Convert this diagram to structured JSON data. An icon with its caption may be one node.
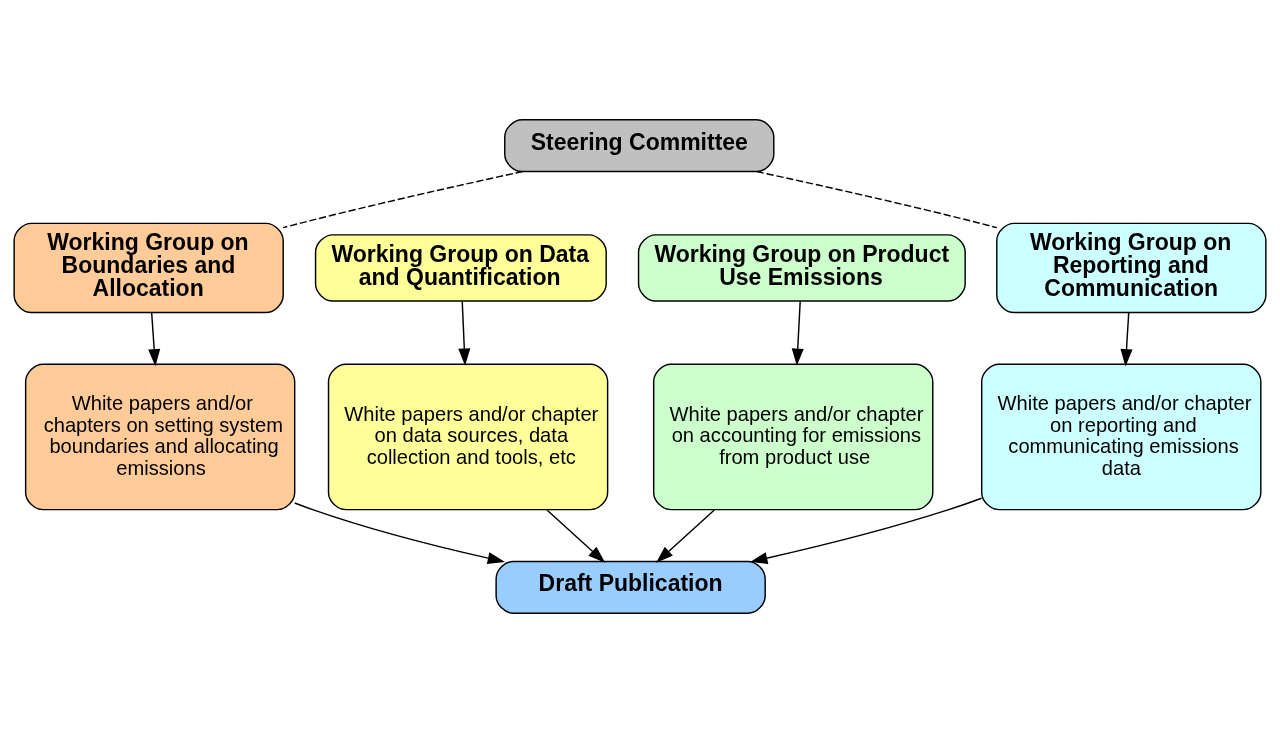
{
  "diagram": {
    "nodes": [
      {
        "text": [
          "Steering Committee"
        ]
      },
      {
        "text": [
          "Working Group on Boundaries and Allocation"
        ]
      },
      {
        "text": [
          "Working Group on Data and Quantification"
        ]
      },
      {
        "text": [
          "Working Group on Product Use Emissions"
        ]
      },
      {
        "text": [
          "Working Group on Reporting and Communication"
        ]
      },
      {
        "text": [
          "White papers and/or chapters on setting system boundaries and allocating emissions"
        ]
      },
      {
        "text": [
          "White papers and/or chapter on data sources, data collection and tools, etc"
        ]
      },
      {
        "text": [
          "White papers and/or chapter on accounting for emissions from product use"
        ]
      },
      {
        "text": [
          "White papers and/or chapter on reporting and communicating emissions data"
        ]
      },
      {
        "text": [
          "Draft Publication"
        ]
      }
    ],
    "edges": [
      {
        "from": 0,
        "to": 1,
        "arrow": "none",
        "style": "dashed"
      },
      {
        "from": 0,
        "to": 4,
        "arrow": "none",
        "style": "dashed"
      },
      {
        "from": 1,
        "to": 5,
        "arrow": "to"
      },
      {
        "from": 2,
        "to": 6,
        "arrow": "to"
      },
      {
        "from": 3,
        "to": 7,
        "arrow": "to"
      },
      {
        "from": 4,
        "to": 8,
        "arrow": "to"
      },
      {
        "from": 5,
        "to": 9,
        "arrow": "to"
      },
      {
        "from": 6,
        "to": 9,
        "arrow": "to"
      },
      {
        "from": 7,
        "to": 9,
        "arrow": "to"
      },
      {
        "from": 8,
        "to": 9,
        "arrow": "to"
      }
    ]
  }
}
